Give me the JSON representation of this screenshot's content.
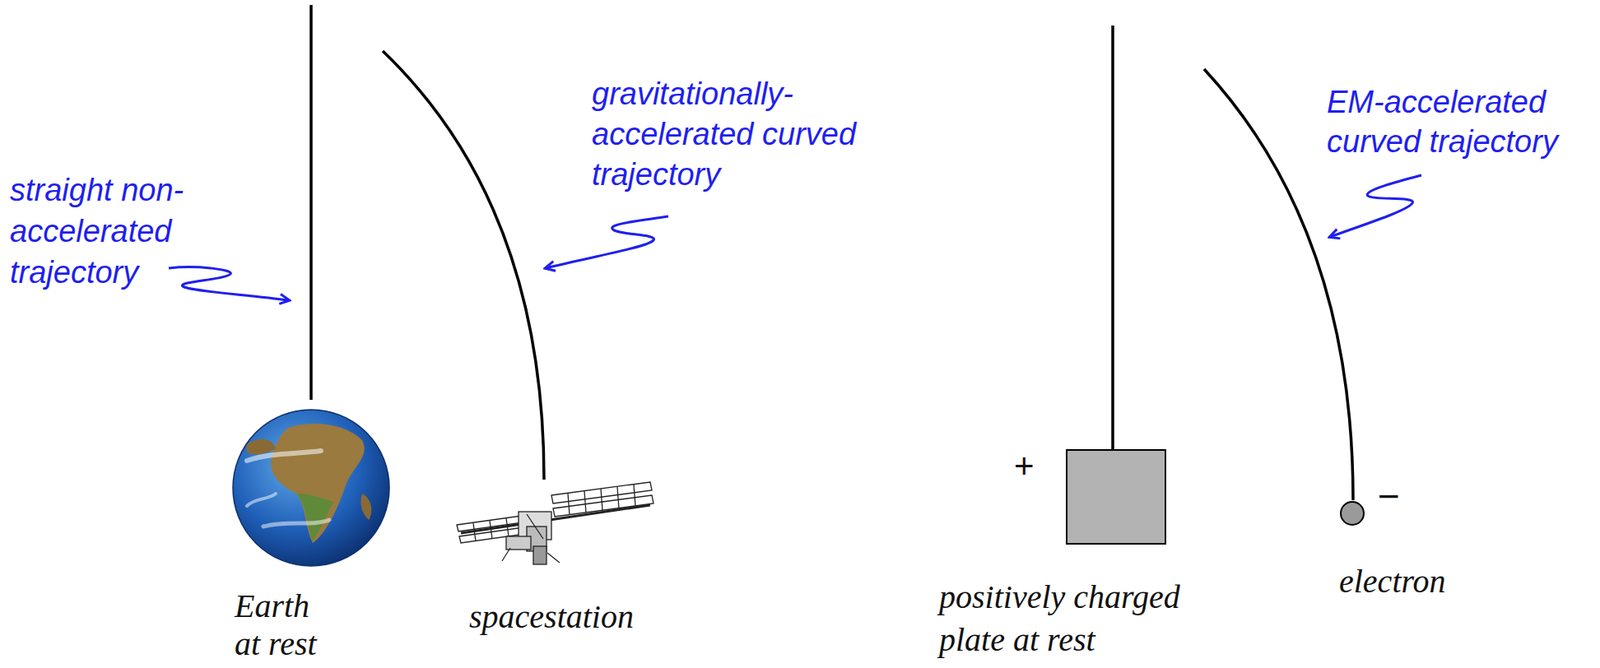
{
  "diagram": {
    "labels": [
      "straight non-accelerated trajectory",
      "gravitationally-accelerated curved trajectory",
      "EM-accelerated curved trajectory",
      "Earth at rest",
      "spacestation",
      "+",
      "positively charged plate at rest",
      "electron",
      "−"
    ]
  }
}
